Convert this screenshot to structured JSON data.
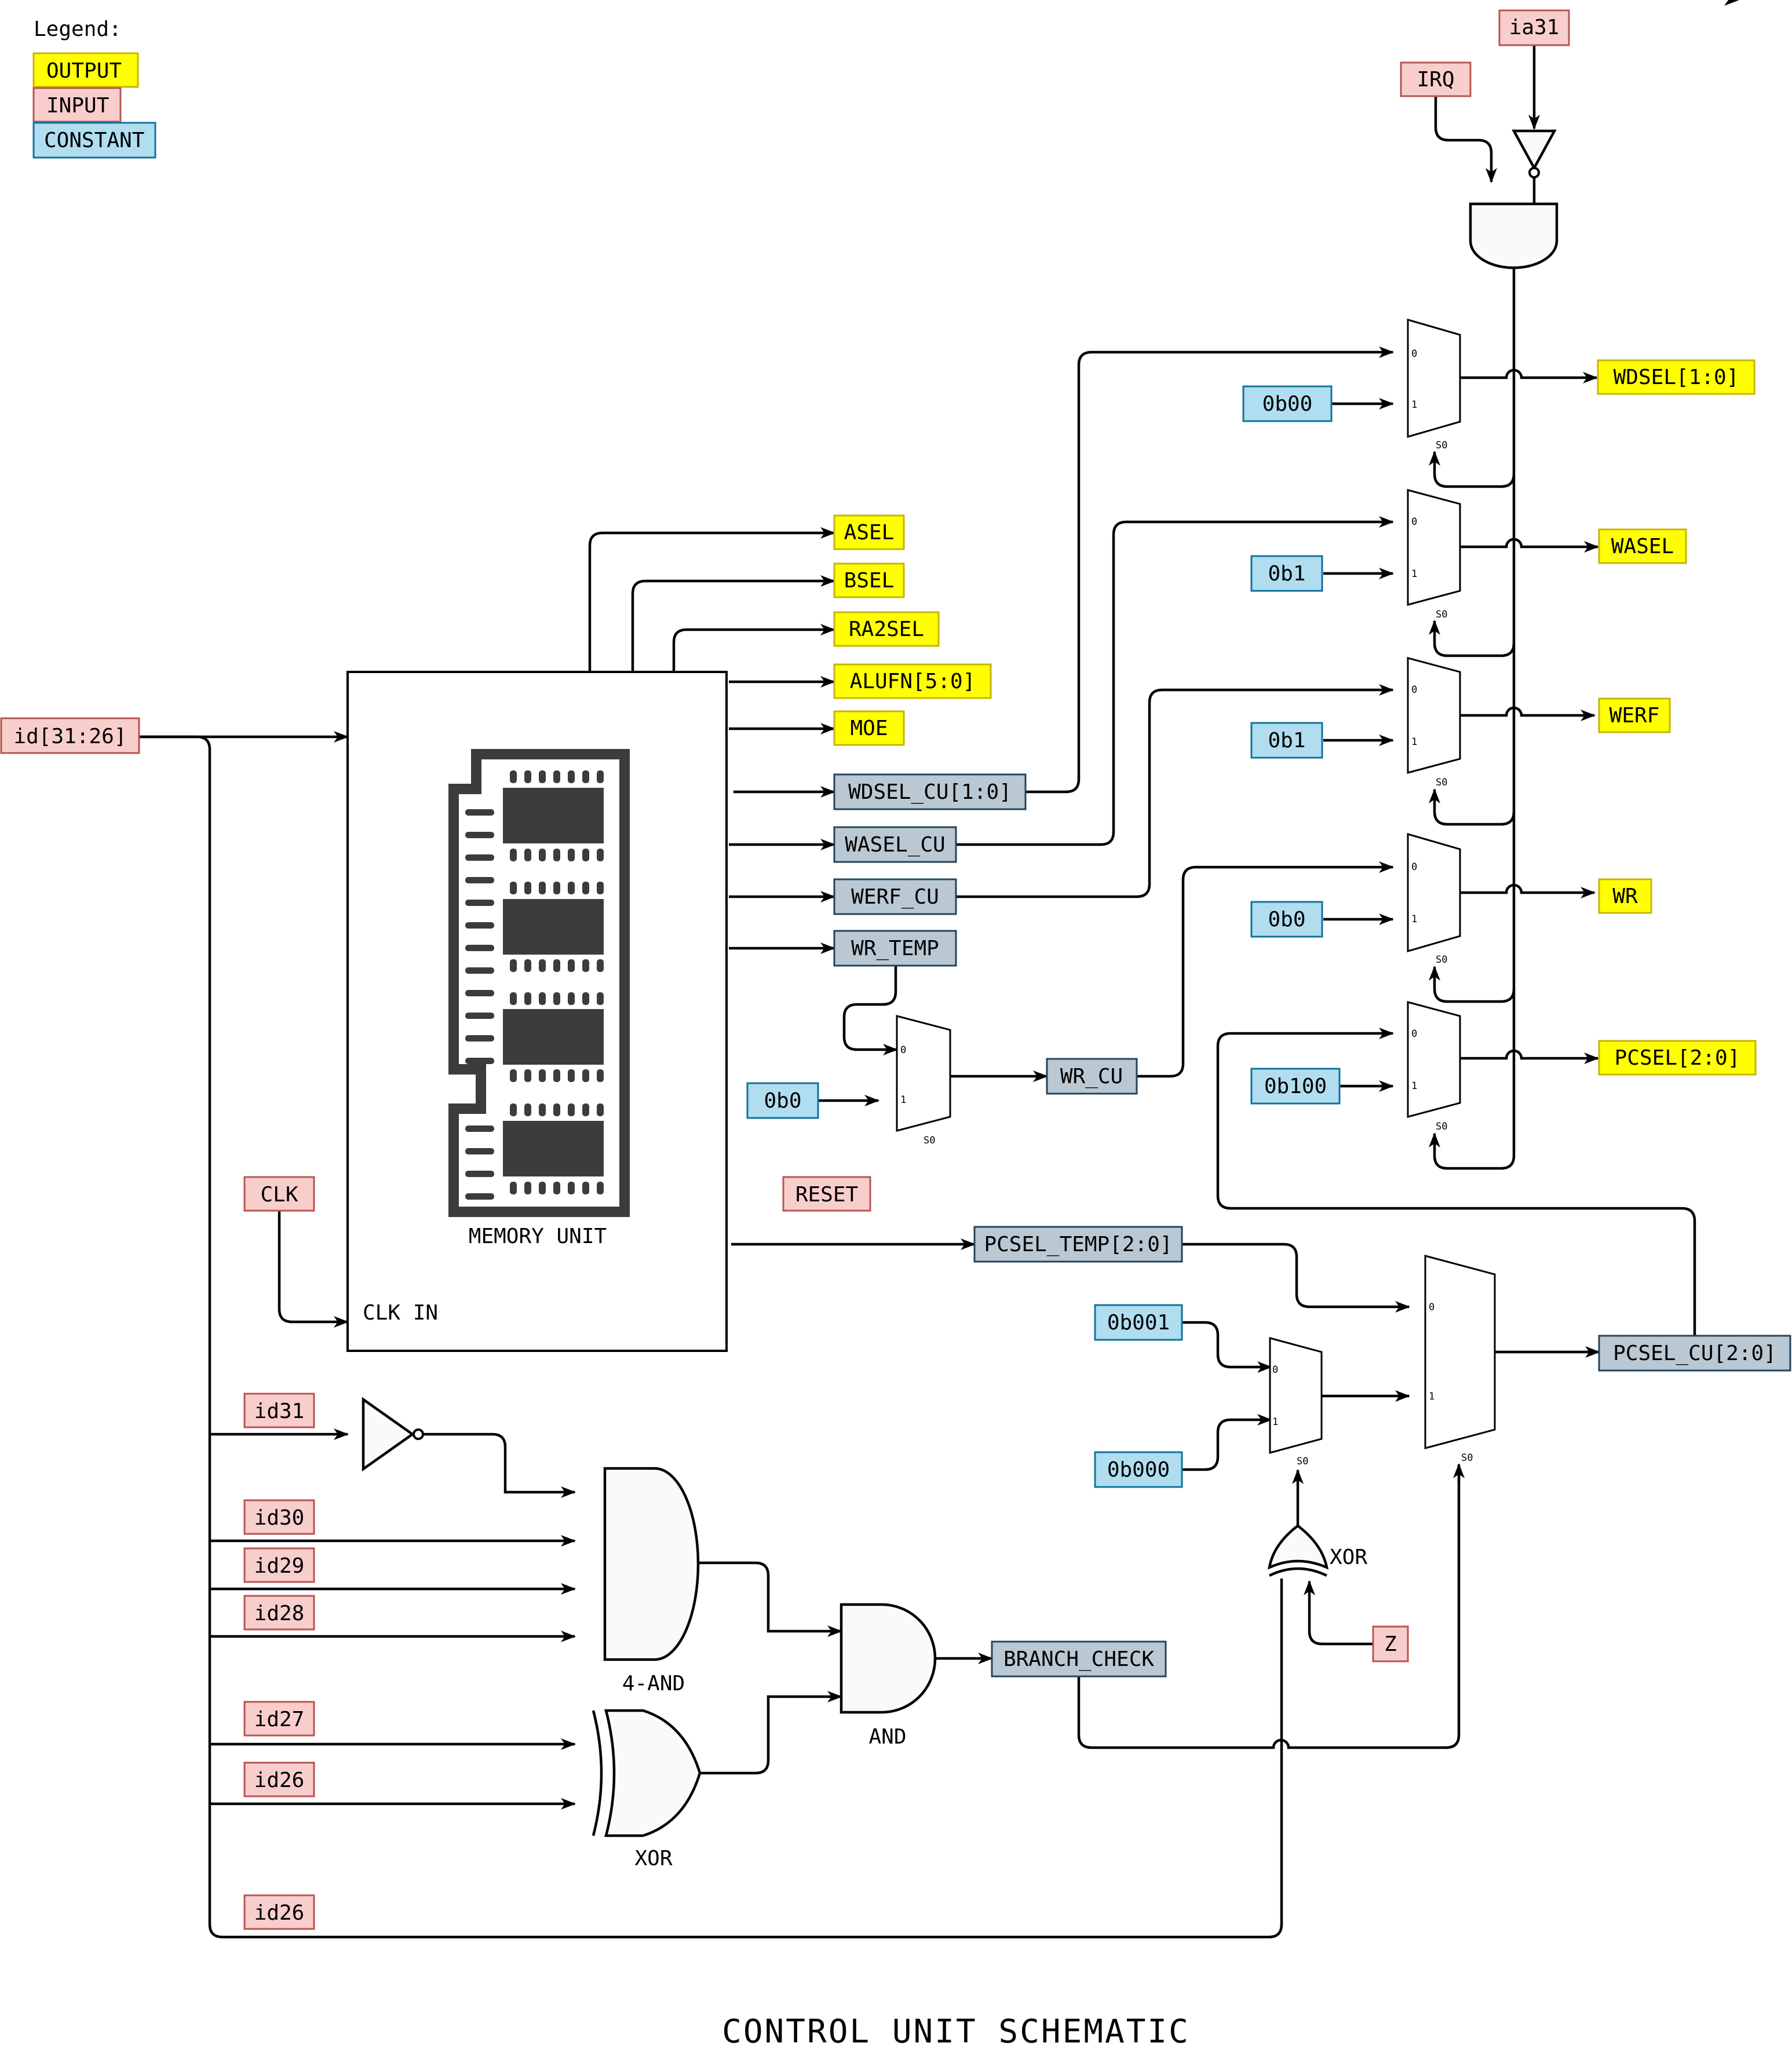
{
  "title": "CONTROL UNIT SCHEMATIC",
  "legend": {
    "heading": "Legend:",
    "items": [
      {
        "label": "OUTPUT",
        "kind": "output"
      },
      {
        "label": "INPUT",
        "kind": "input"
      },
      {
        "label": "CONSTANT",
        "kind": "constant"
      }
    ]
  },
  "colors": {
    "output_fill": "#FFFF00",
    "output_stroke": "#C8B400",
    "input_fill": "#F8CECC",
    "input_stroke": "#B85450",
    "constant_fill": "#B1DDF0",
    "constant_stroke": "#10739E",
    "internal_fill": "#BAC8D3",
    "internal_stroke": "#23445D",
    "chip_dark": "#3C3C3E"
  },
  "memory_unit": {
    "label": "MEMORY UNIT",
    "clk_label": "CLK IN"
  },
  "outputs": {
    "asel": "ASEL",
    "bsel": "BSEL",
    "ra2sel": "RA2SEL",
    "alufn": "ALUFN[5:0]",
    "moe": "MOE",
    "wdsel": "WDSEL[1:0]",
    "wasel": "WASEL",
    "werf": "WERF",
    "wr": "WR",
    "pcsel": "PCSEL[2:0]"
  },
  "inputs": {
    "id_bus": "id[31:26]",
    "irq": "IRQ",
    "ia31": "ia31",
    "clk": "CLK",
    "reset": "RESET",
    "id31": "id31",
    "id30": "id30",
    "id29": "id29",
    "id28": "id28",
    "id27": "id27",
    "id26a": "id26",
    "id26b": "id26",
    "z": "Z"
  },
  "constants": {
    "c_wdsel": "0b00",
    "c_wasel": "0b1",
    "c_werf": "0b1",
    "c_wr": "0b0",
    "c_pcsel": "0b100",
    "c_wrtemp": "0b0",
    "c_b001": "0b001",
    "c_b000": "0b000"
  },
  "internals": {
    "wdsel_cu": "WDSEL_CU[1:0]",
    "wasel_cu": "WASEL_CU",
    "werf_cu": "WERF_CU",
    "wr_temp": "WR_TEMP",
    "wr_cu": "WR_CU",
    "pcsel_temp": "PCSEL_TEMP[2:0]",
    "pcsel_cu": "PCSEL_CU[2:0]",
    "branch_check": "BRANCH_CHECK"
  },
  "gates": {
    "and4": "4-AND",
    "xor1": "XOR",
    "and2": "AND",
    "xor2": "XOR"
  },
  "mux_ports": {
    "in0": "0",
    "in1": "1",
    "sel": "S0"
  }
}
